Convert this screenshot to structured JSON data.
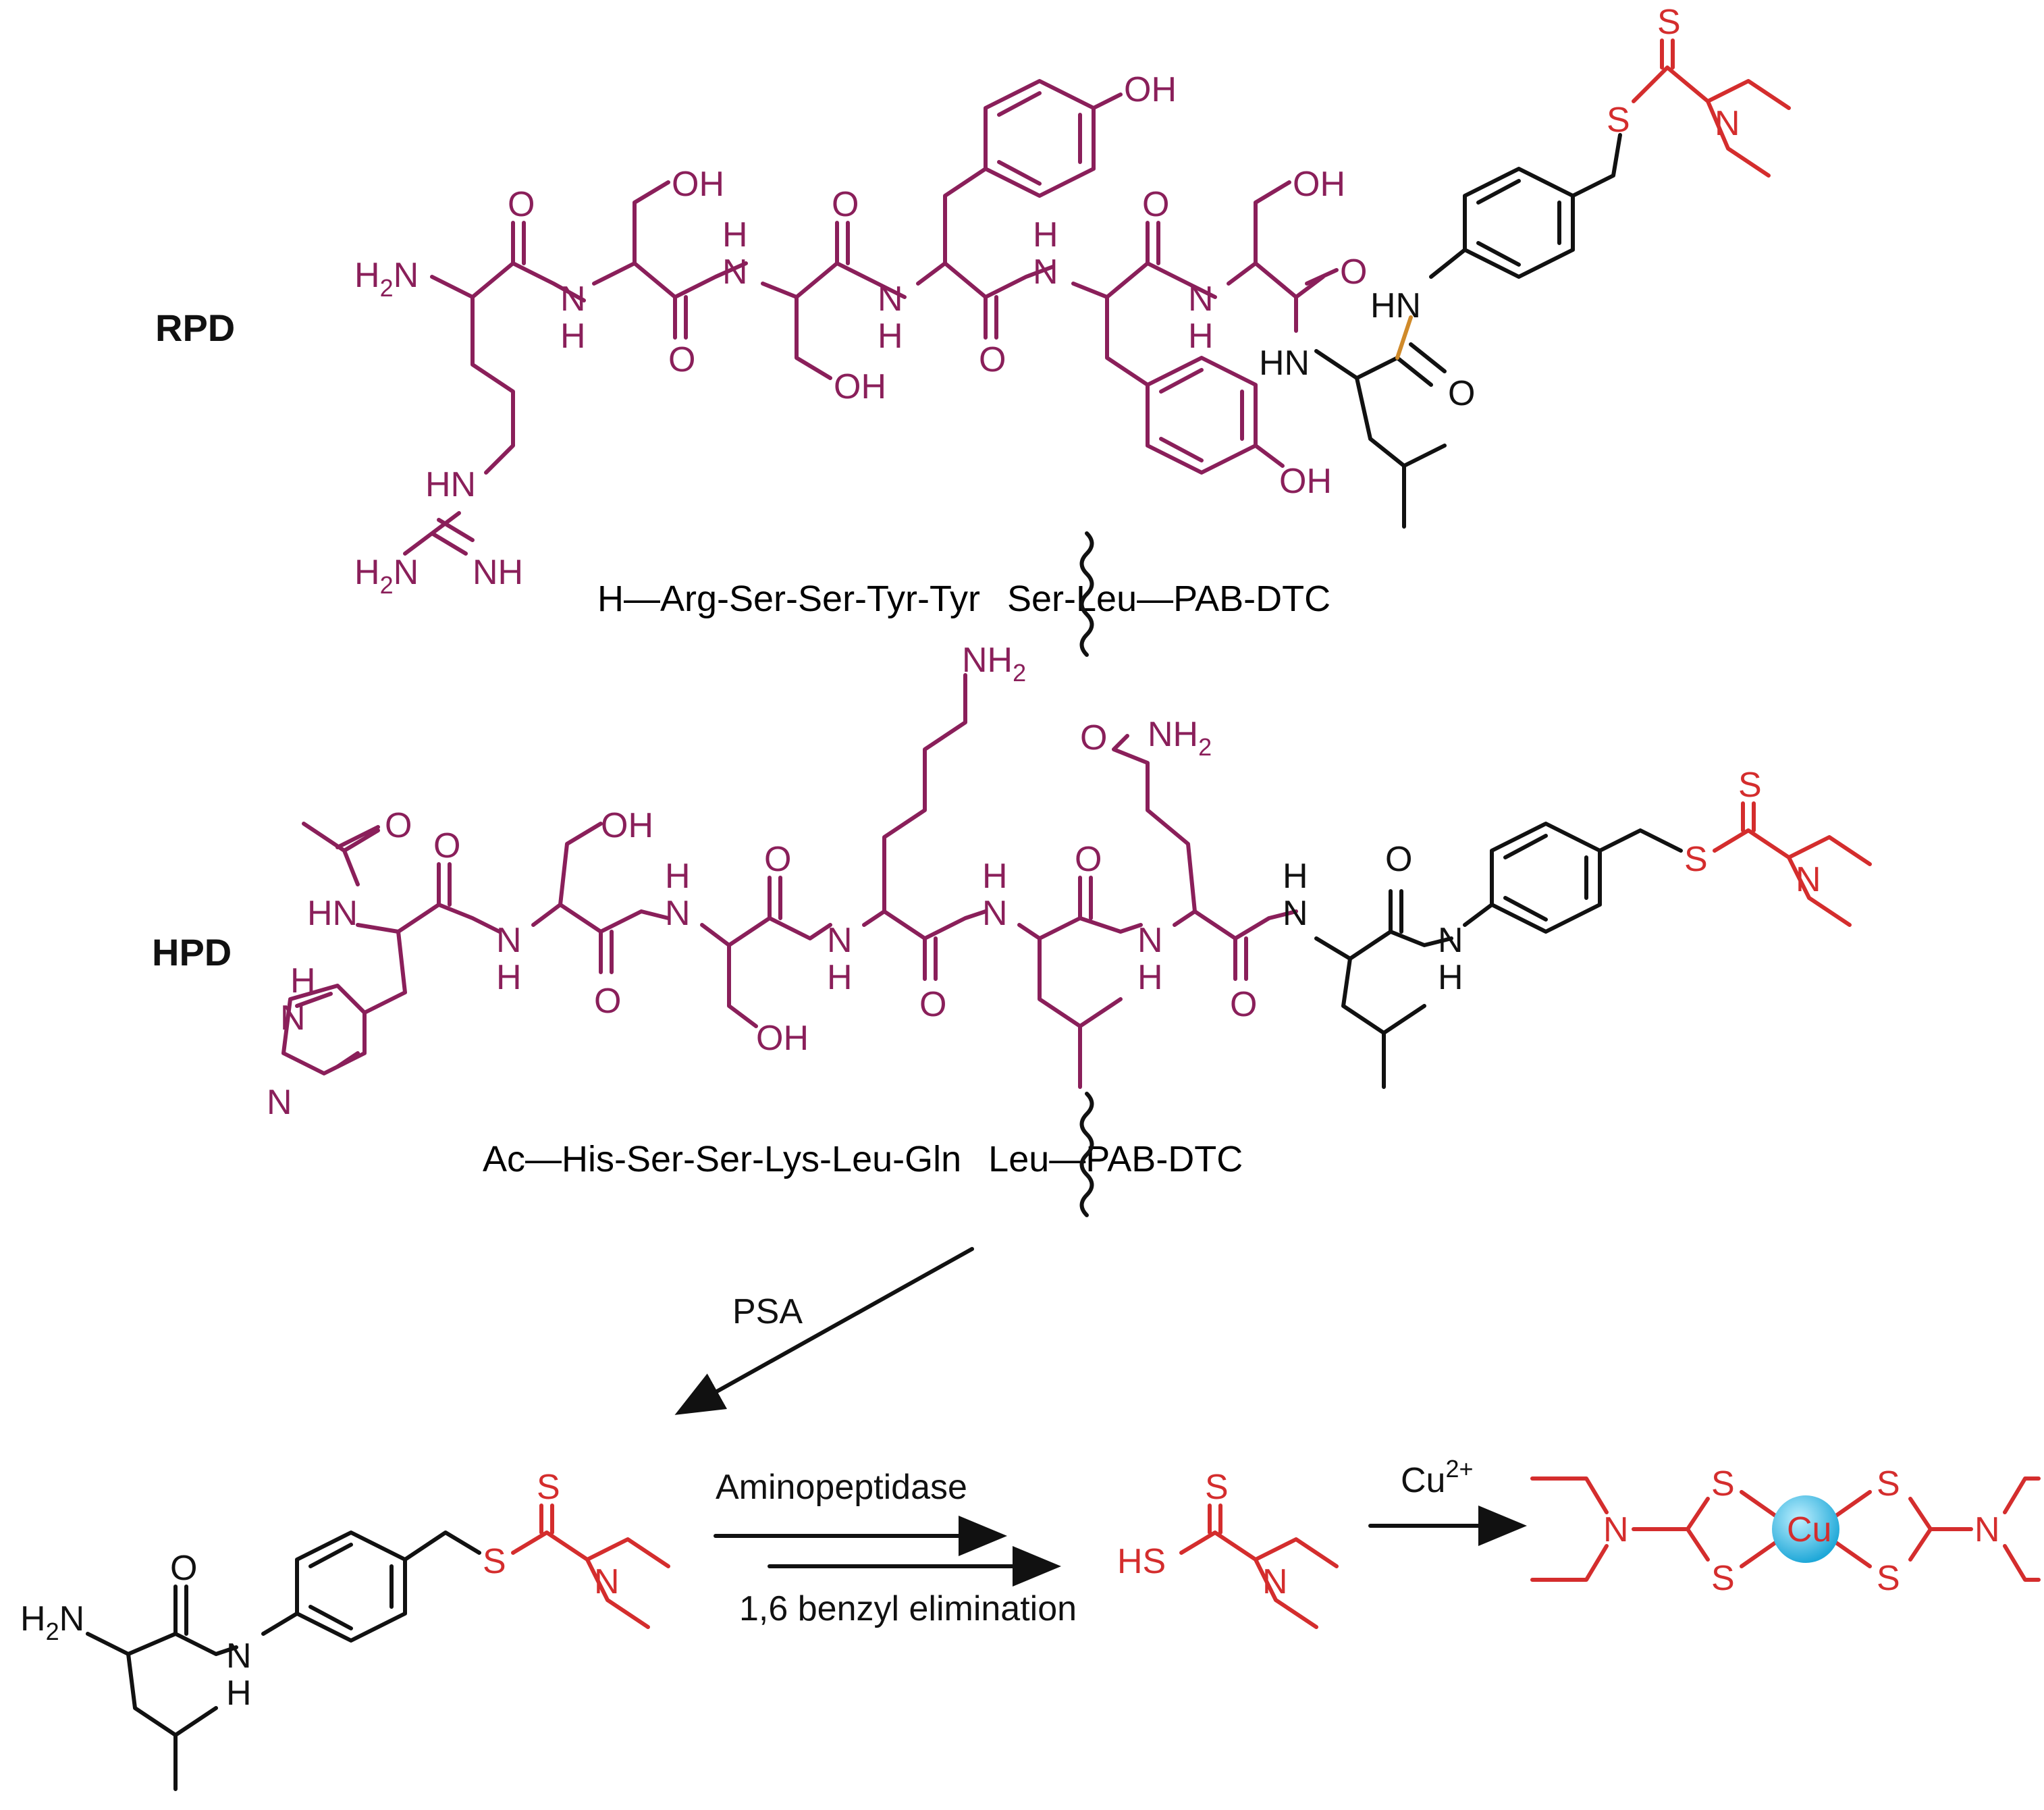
{
  "colors": {
    "peptide": "#8a1f5a",
    "linker": "#111111",
    "dtc": "#d42d2d",
    "cleavable_bond": "#d08a2a",
    "copper": "#29b6e0"
  },
  "rpd": {
    "tag": "RPD",
    "atoms": {
      "h2n": "H",
      "h2n_sub": "2",
      "h2n_n": "N",
      "o1": "O",
      "n1": "N",
      "h1": "H",
      "oh1": "OH",
      "o2": "O",
      "h2": "H",
      "n2": "N",
      "o3": "O",
      "oh2": "OH",
      "n3": "N",
      "h3": "H",
      "oh_tyr1": "OH",
      "o4": "O",
      "h4": "H",
      "n4": "N",
      "o5": "O",
      "oh_tyr2": "OH",
      "n5": "N",
      "h5": "H",
      "oh3": "OH",
      "o6": "O",
      "hn_leu": "HN",
      "o_leu": "O",
      "hn_pab": "HN",
      "hn_guan": "HN",
      "nh_guan": "NH",
      "h2n_guan": "H",
      "h2n_guan_sub": "2",
      "h2n_guan_n": "N",
      "s_thio": "S",
      "s_link": "S",
      "n_dtc": "N"
    },
    "sequence": {
      "peptide_part": "H—Arg-Ser-Ser-Tyr-Tyr",
      "linker_part": "Ser-Leu—PAB",
      "dtc_part": "-DTC"
    }
  },
  "hpd": {
    "tag": "HPD",
    "atoms": {
      "o_ac": "O",
      "hn_ac": "HN",
      "h_im": "H",
      "n_im1": "N",
      "n_im2": "N",
      "o1": "O",
      "n1": "N",
      "h1": "H",
      "oh1": "OH",
      "o2": "O",
      "h2": "H",
      "n2": "N",
      "o3": "O",
      "oh2": "OH",
      "n3": "N",
      "h3": "H",
      "nh2_lys": "NH",
      "nh2_lys_sub": "2",
      "o4": "O",
      "h4": "H",
      "n4": "N",
      "o_gln": "O",
      "nh2_gln": "NH",
      "nh2_gln_sub": "2",
      "o5": "O",
      "n5": "N",
      "h5": "H",
      "o6": "O",
      "h6": "H",
      "n6": "N",
      "o7": "O",
      "n7": "N",
      "h7": "H",
      "s_thio": "S",
      "s_link": "S",
      "n_dtc": "N"
    },
    "sequence": {
      "peptide_part": "Ac—His-Ser-Ser-Lys-Leu-Gln",
      "linker_part": "Leu—PAB",
      "dtc_part": "-DTC"
    }
  },
  "reaction": {
    "enzyme_label": "PSA",
    "step2_label_top": "Aminopeptidase",
    "step2_label_bottom": "1,6 benzyl elimination",
    "step3_label": "Cu",
    "step3_label_sup": "2+"
  },
  "products": {
    "leu_pab": {
      "h2n": "H",
      "h2n_sub": "2",
      "h2n_n": "N",
      "o": "O",
      "n": "N",
      "h": "H",
      "s_thio": "S",
      "s_link": "S",
      "n_dtc": "N"
    },
    "dtc": {
      "s": "S",
      "hs": "HS",
      "n": "N"
    },
    "complex": {
      "n_left": "N",
      "s1": "S",
      "s2": "S",
      "metal": "Cu",
      "s3": "S",
      "s4": "S",
      "n_right": "N"
    }
  }
}
